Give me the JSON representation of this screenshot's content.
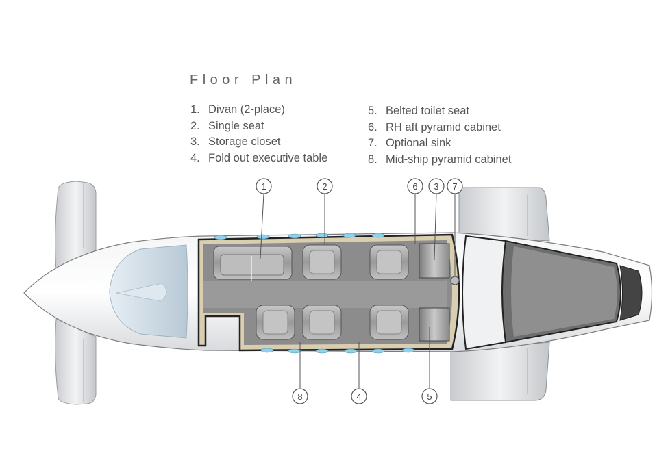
{
  "title": "Floor Plan",
  "legend_left": [
    {
      "num": "1.",
      "label": "Divan (2-place)"
    },
    {
      "num": "2.",
      "label": "Single seat"
    },
    {
      "num": "3.",
      "label": "Storage closet"
    },
    {
      "num": "4.",
      "label": "Fold out executive table"
    }
  ],
  "legend_right": [
    {
      "num": "5.",
      "label": "Belted toilet seat"
    },
    {
      "num": "6.",
      "label": "RH aft pyramid cabinet"
    },
    {
      "num": "7.",
      "label": "Optional sink"
    },
    {
      "num": "8.",
      "label": "Mid-ship pyramid cabinet"
    }
  ],
  "callouts": [
    "1",
    "2",
    "6",
    "3",
    "7",
    "8",
    "4",
    "5"
  ],
  "colors": {
    "fuselage": "#e8eaec",
    "cabin_floor": "#8c8c8c",
    "cabin_wall": "#d9ceb0",
    "window": "#8fd0ec",
    "seat": "#a8a8a8",
    "engine_dark": "#4a4a4a"
  }
}
